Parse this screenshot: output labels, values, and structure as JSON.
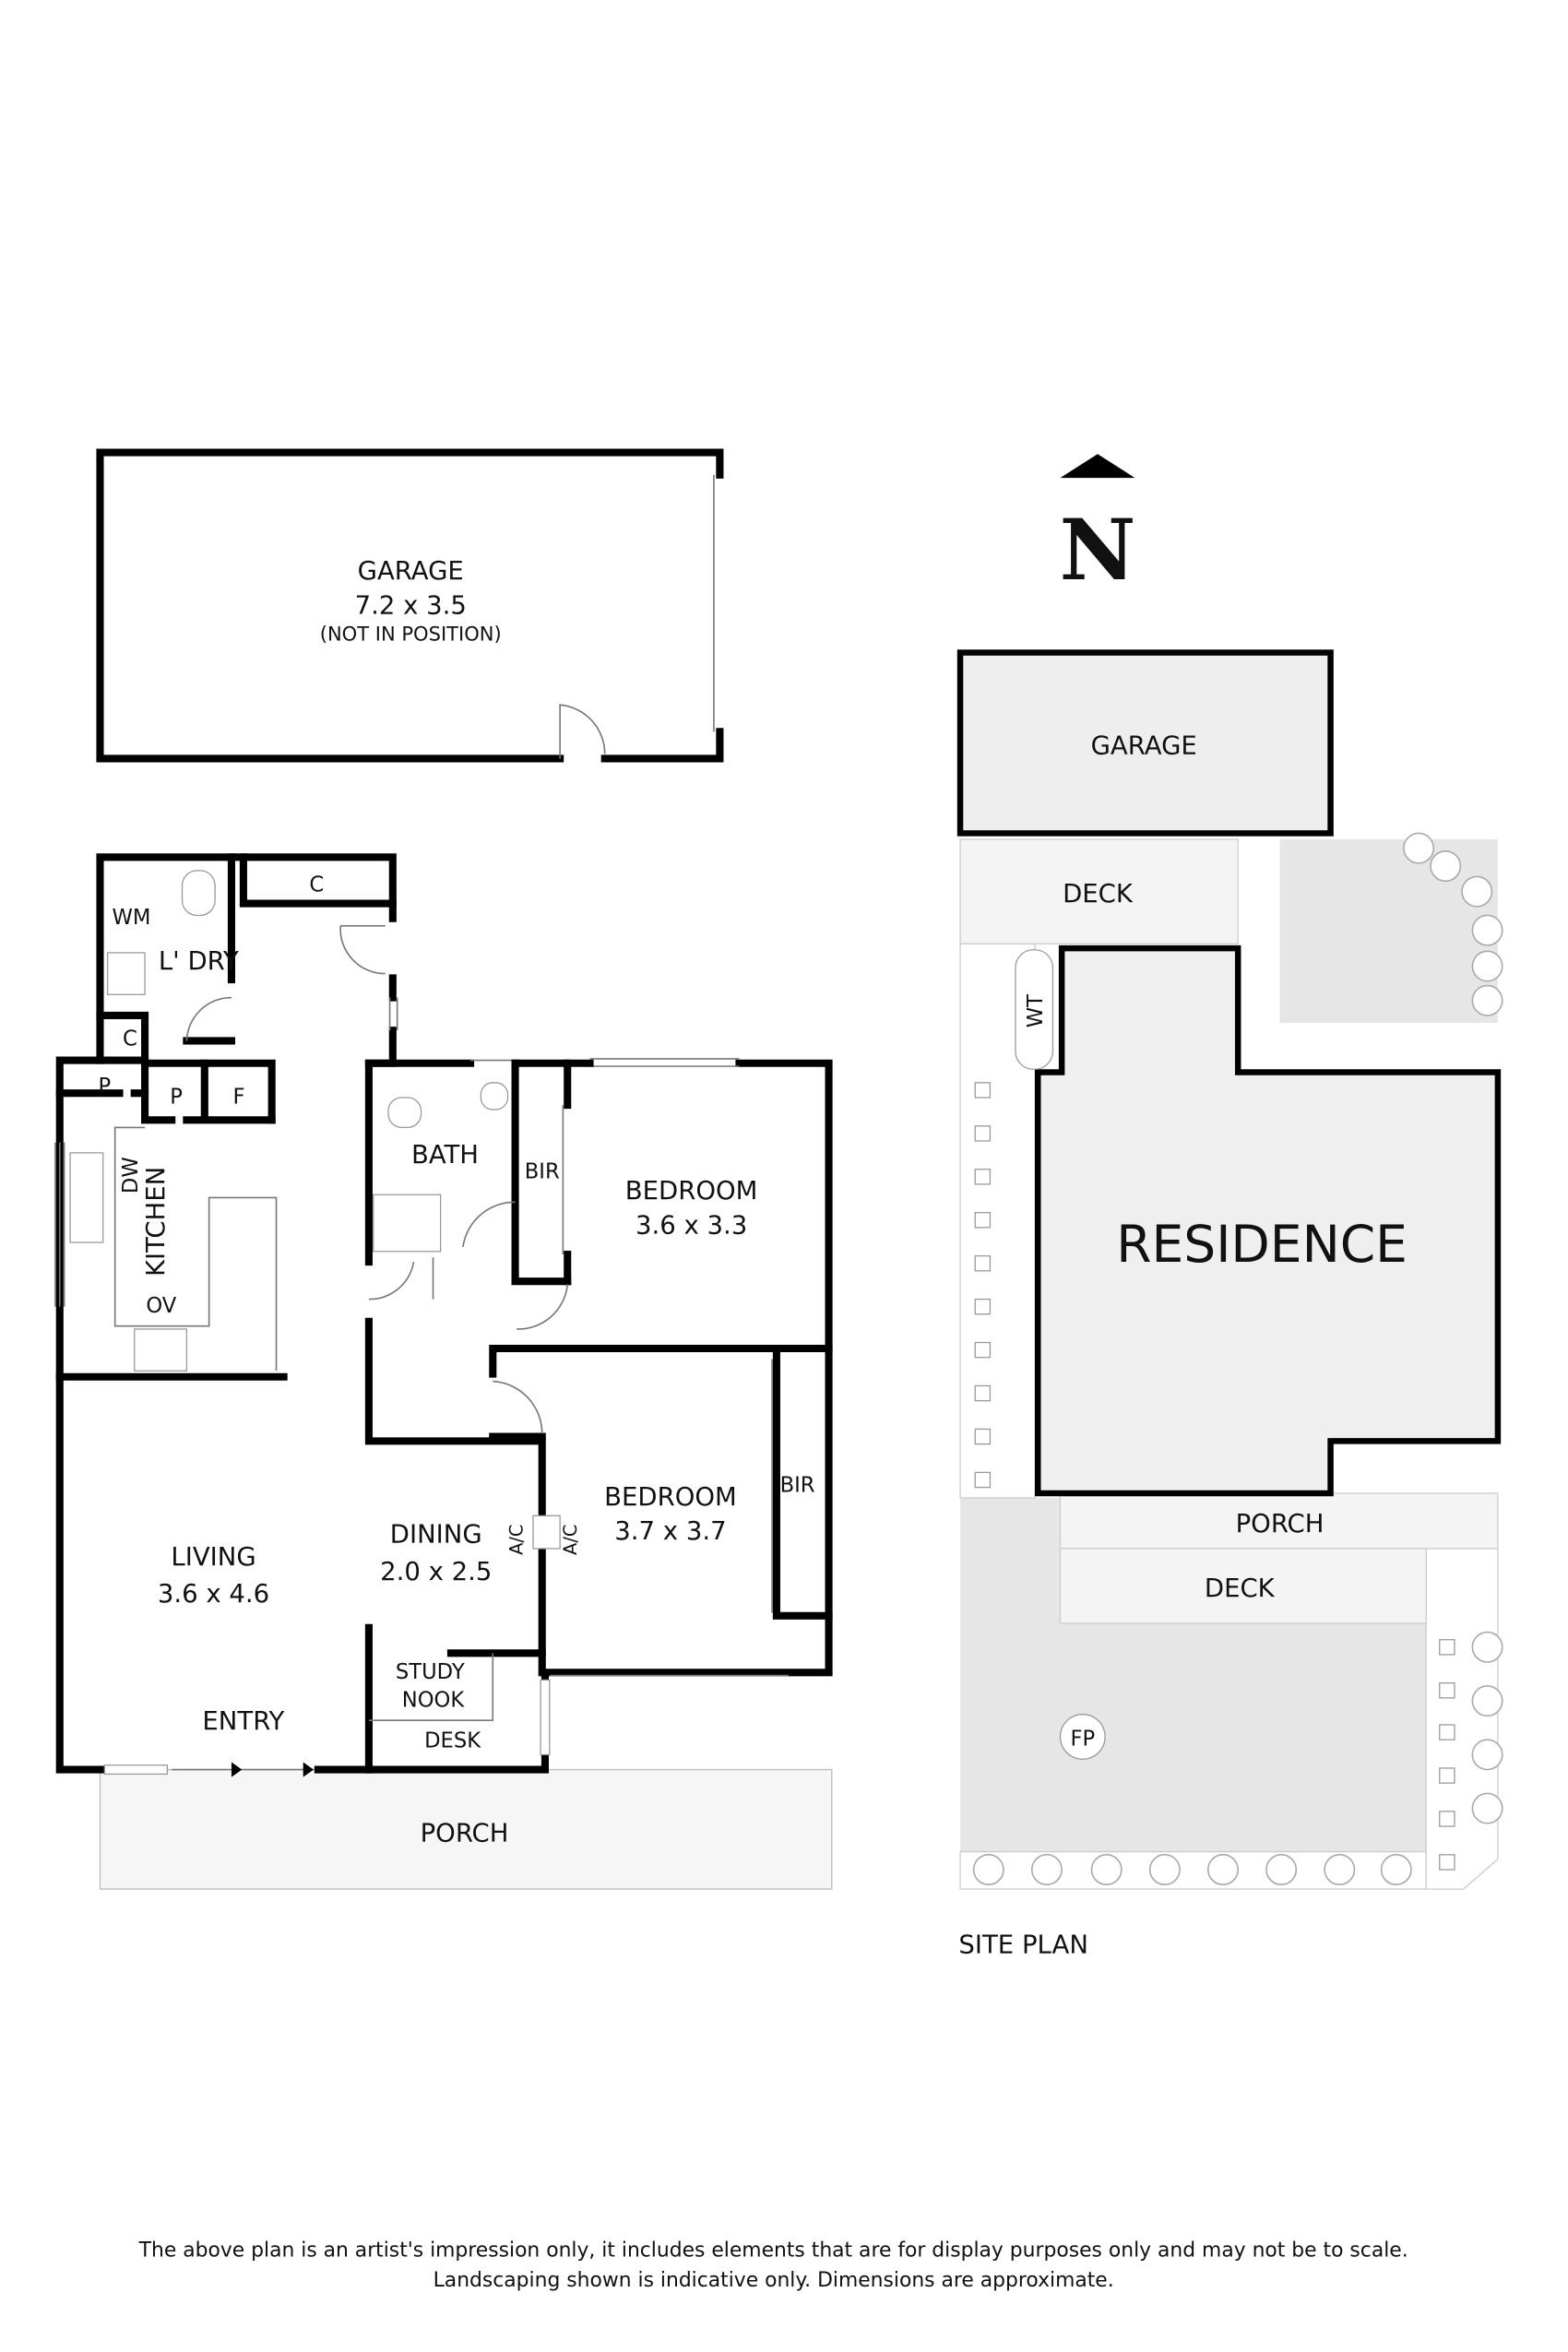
{
  "floor_plan": {
    "garage": {
      "name": "GARAGE",
      "dims": "7.2 x 3.5",
      "note": "(NOT IN POSITION)"
    },
    "rooms": {
      "wm": "WM",
      "laundry": "L' DRY",
      "c1": "C",
      "c2": "C",
      "p1": "P",
      "p2": "P",
      "f": "F",
      "dw": "DW",
      "kitchen": "KITCHEN",
      "ov": "OV",
      "bath": "BATH",
      "bir1": "BIR",
      "bir2": "BIR",
      "bedroom1": {
        "name": "BEDROOM",
        "dims": "3.6 x 3.3"
      },
      "bedroom2": {
        "name": "BEDROOM",
        "dims": "3.7 x 3.7"
      },
      "living": {
        "name": "LIVING",
        "dims": "3.6 x 4.6"
      },
      "dining": {
        "name": "DINING",
        "dims": "2.0 x 2.5"
      },
      "ac1": "A/C",
      "ac2": "A/C",
      "study1": "STUDY",
      "study2": "NOOK",
      "desk": "DESK",
      "entry": "ENTRY",
      "porch": "PORCH"
    }
  },
  "north_arrow": {
    "label": "N",
    "icon": "north-arrow-icon"
  },
  "site_plan": {
    "title": "SITE PLAN",
    "garage": "GARAGE",
    "deck_top": "DECK",
    "wt": "WT",
    "residence": "RESIDENCE",
    "porch": "PORCH",
    "deck_bottom": "DECK",
    "fp": "FP"
  },
  "colors": {
    "wall": "#000000",
    "shaded": "#eeeeee",
    "lawn": "#e6e6e6",
    "paving": "#f4f4f4"
  },
  "disclaimer": {
    "line1": "The above plan is an artist's impression only, it includes elements that are for display purposes only and may not be to scale.",
    "line2": "Landscaping shown is indicative only. Dimensions are approximate."
  }
}
